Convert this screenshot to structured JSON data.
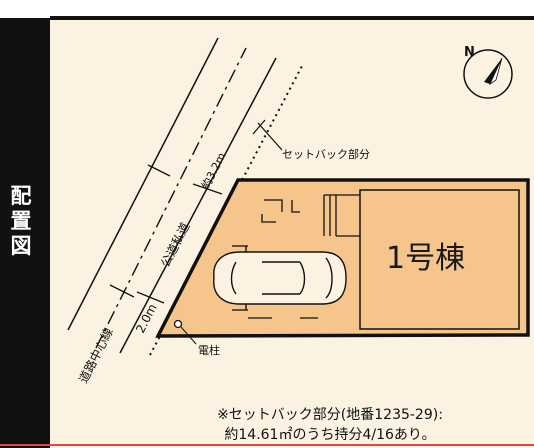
{
  "side_title": [
    "配",
    "置",
    "図"
  ],
  "building_label": "1号棟",
  "setback_label": "セットバック部分",
  "road_label": "公道私道",
  "road_width_label": "約3.2m",
  "centerline_label": "道路中心線",
  "setback_width_label": "2.0m",
  "pole_label": "電柱",
  "compass_letter": "N",
  "note_line1": "※セットバック部分(地番1235-29):",
  "note_line2": "約14.61㎡のうち持分4/16あり。",
  "colors": {
    "ground": "#fbf2e2",
    "lot": "#f6c58c",
    "side_bar": "#111111",
    "line": "#111111",
    "frame_bottom": "#e04848"
  }
}
